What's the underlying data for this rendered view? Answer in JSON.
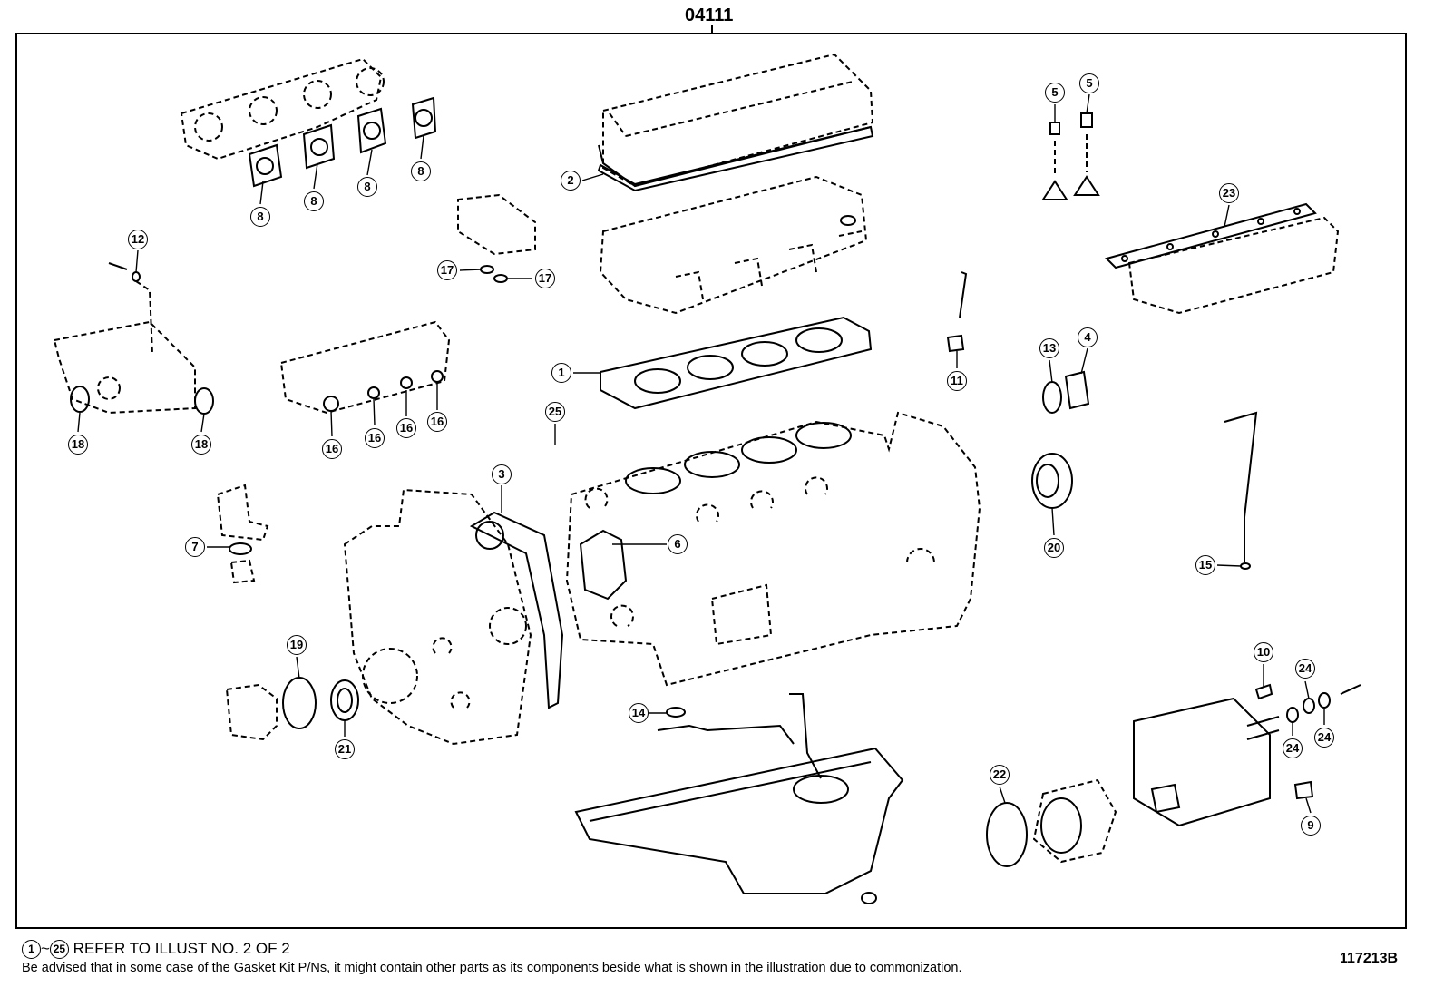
{
  "diagram": {
    "title": "04111",
    "illust_id": "117213B",
    "footnote_range": {
      "start": "1",
      "sep": "~",
      "end": "25",
      "text": "REFER TO ILLUST NO. 2 OF 2"
    },
    "footnote": "Be advised that in some case of the Gasket Kit P/Ns,  it might contain other parts as its components beside what is shown in the illustration due to commonization.",
    "callouts": [
      {
        "id": "c1",
        "label": "1"
      },
      {
        "id": "c2",
        "label": "2"
      },
      {
        "id": "c3",
        "label": "3"
      },
      {
        "id": "c4",
        "label": "4"
      },
      {
        "id": "c5a",
        "label": "5"
      },
      {
        "id": "c5b",
        "label": "5"
      },
      {
        "id": "c6",
        "label": "6"
      },
      {
        "id": "c7",
        "label": "7"
      },
      {
        "id": "c8a",
        "label": "8"
      },
      {
        "id": "c8b",
        "label": "8"
      },
      {
        "id": "c8c",
        "label": "8"
      },
      {
        "id": "c8d",
        "label": "8"
      },
      {
        "id": "c9",
        "label": "9"
      },
      {
        "id": "c10",
        "label": "10"
      },
      {
        "id": "c11",
        "label": "11"
      },
      {
        "id": "c12",
        "label": "12"
      },
      {
        "id": "c13",
        "label": "13"
      },
      {
        "id": "c14",
        "label": "14"
      },
      {
        "id": "c15",
        "label": "15"
      },
      {
        "id": "c16a",
        "label": "16"
      },
      {
        "id": "c16b",
        "label": "16"
      },
      {
        "id": "c16c",
        "label": "16"
      },
      {
        "id": "c16d",
        "label": "16"
      },
      {
        "id": "c17a",
        "label": "17"
      },
      {
        "id": "c17b",
        "label": "17"
      },
      {
        "id": "c18a",
        "label": "18"
      },
      {
        "id": "c18b",
        "label": "18"
      },
      {
        "id": "c19",
        "label": "19"
      },
      {
        "id": "c20",
        "label": "20"
      },
      {
        "id": "c21",
        "label": "21"
      },
      {
        "id": "c22",
        "label": "22"
      },
      {
        "id": "c23",
        "label": "23"
      },
      {
        "id": "c24a",
        "label": "24"
      },
      {
        "id": "c24b",
        "label": "24"
      },
      {
        "id": "c24c",
        "label": "24"
      },
      {
        "id": "c25",
        "label": "25"
      }
    ]
  }
}
